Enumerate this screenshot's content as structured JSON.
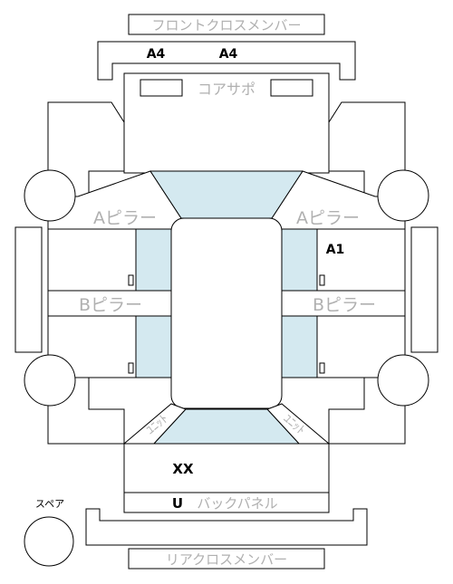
{
  "labels": {
    "front_cross_member": "フロントクロスメンバー",
    "core_support": "コアサポ",
    "a_pillar_left": "Aピラー",
    "a_pillar_right": "Aピラー",
    "b_pillar_left": "Bピラー",
    "b_pillar_right": "Bピラー",
    "rear_panel": "バックパネル",
    "rear_cross_member": "リアクロスメンバー",
    "spare": "スペア",
    "unit_left": "ﾕﾆｯﾄ",
    "unit_right": "ﾕﾆｯﾄ"
  },
  "marks": {
    "front_left": "A4",
    "front_right": "A4",
    "right_front_door": "A1",
    "trunk": "XX",
    "rear_panel": "U"
  },
  "colors": {
    "glass": "#d4e9f0",
    "outline": "#000000",
    "label_gray": "#b0b0b0"
  }
}
